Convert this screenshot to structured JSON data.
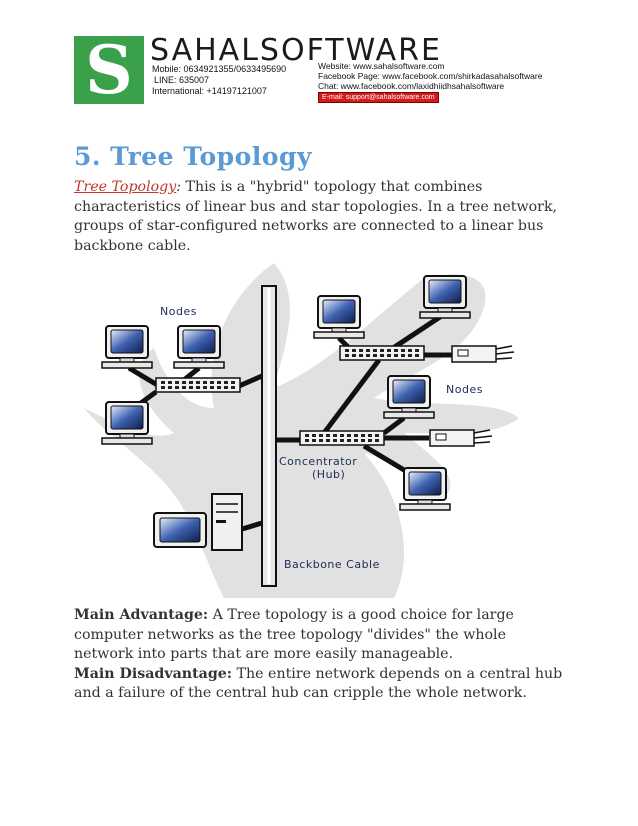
{
  "banner": {
    "logo_letter": "S",
    "brand": "SAHALSOFTWARE",
    "mobile": "Mobile: 0634921355/0633495690",
    "line": "LINE: 635007",
    "international": "International: +14197121007",
    "website": "Website: www.sahalsoftware.com",
    "facebook": "Facebook Page: www.facebook.com/shirkadasahalsoftware",
    "chat": "Chat: www.facebook.com/laxidhiidhsahalsoftware",
    "email": "E-mail: support@sahalsoftware.com"
  },
  "heading": "5. Tree Topology",
  "intro": {
    "link_text": "Tree Topology",
    "colon": ":",
    "text": " This is a \"hybrid\" topology that combines characteristics of linear bus and star topologies. In a tree network, groups of star-configured networks are connected to a linear bus backbone cable."
  },
  "diagram": {
    "label_nodes_left": "Nodes",
    "label_nodes_right": "Nodes",
    "label_concentrator": "Concentrator",
    "label_hub": "(Hub)",
    "label_backbone": "Backbone Cable"
  },
  "advantage": {
    "label": "Main Advantage:",
    "text": " A Tree topology is a good choice for large computer networks as the tree topology \"divides\" the whole network into parts that are more easily manageable."
  },
  "disadvantage": {
    "label": "Main Disadvantage:",
    "text": " The entire network depends on a central hub and a failure of the central hub can cripple the whole network."
  }
}
